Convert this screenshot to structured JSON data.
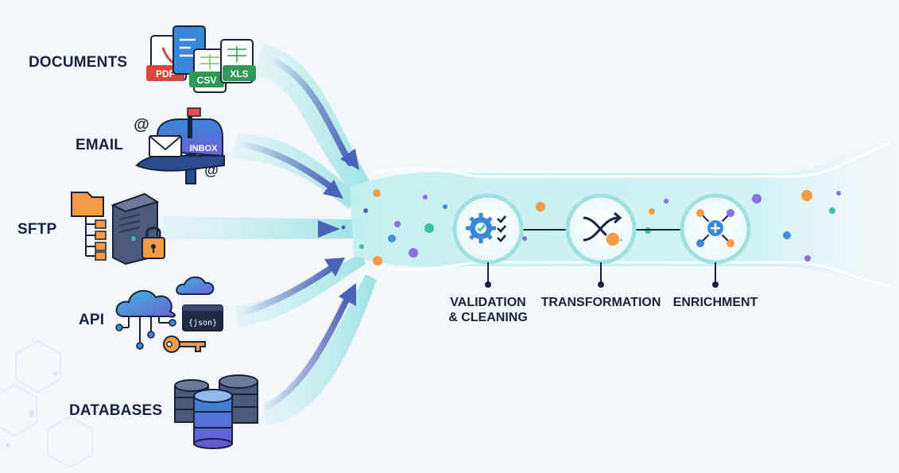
{
  "sources": [
    {
      "label": "DOCUMENTS",
      "icon": "documents-icon"
    },
    {
      "label": "EMAIL",
      "icon": "mailbox-icon"
    },
    {
      "label": "SFTP",
      "icon": "sftp-server-icon"
    },
    {
      "label": "API",
      "icon": "cloud-api-icon"
    },
    {
      "label": "DATABASES",
      "icon": "database-stack-icon"
    }
  ],
  "document_badges": {
    "pdf": "PDF",
    "csv": "CSV",
    "xls": "XLS"
  },
  "mailbox_text": "INBOX",
  "api_text": "{json}",
  "stages": [
    {
      "line1": "VALIDATION",
      "line2": "& CLEANING",
      "icon": "gear-checklist-icon"
    },
    {
      "line1": "TRANSFORMATION",
      "line2": "",
      "icon": "shuffle-arrows-icon"
    },
    {
      "line1": "ENRICHMENT",
      "line2": "",
      "icon": "network-plus-icon"
    }
  ],
  "colors": {
    "navy": "#17233d",
    "stream": "#7fd8dc",
    "arrow": "#4d63b8",
    "accent_orange": "#f59a45",
    "accent_purple": "#8b6fe0",
    "accent_teal": "#3fbfa8"
  }
}
